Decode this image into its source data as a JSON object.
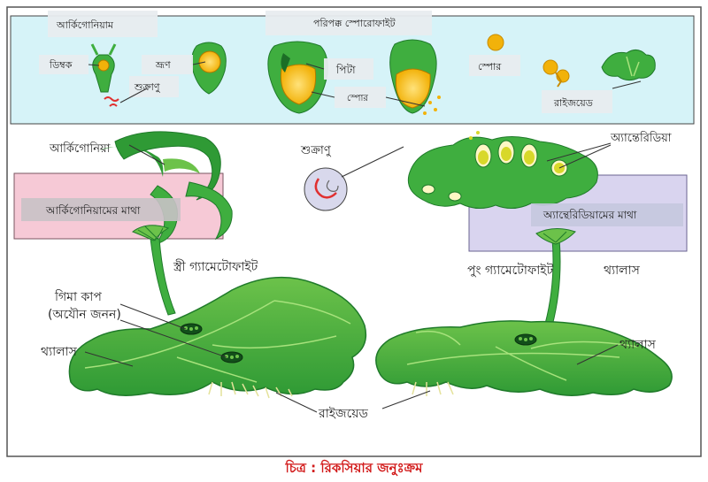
{
  "top_panel": {
    "labels": {
      "archegonium": "আর্কিগোনিয়াম",
      "mature_sporophyte": "পরিপক্ক স্পোরোফাইট",
      "egg": "ডিম্বক",
      "embryo": "ভ্রূণ",
      "sperm": "শুক্রাণু",
      "foot": "পিটা",
      "spore_inside": "স্পোর",
      "spore": "স্পোর",
      "rhizoid": "রাইজয়েড"
    }
  },
  "main_panel": {
    "labels": {
      "archegoniophore": "আর্কিগোনিয়া",
      "archegoniophore_head": "আর্কিগোনিয়ামের মাথা",
      "sperm": "শুক্রাণু",
      "antheridia": "অ্যান্তেরিডিয়া",
      "antheridiophore_head": "অ্যান্থেরিডিয়ামের মাথা",
      "female_gametophyte": "স্ত্রী গ্যামেটোফাইট",
      "male_gametophyte": "পুং গ্যামেটোফাইট",
      "thallus_top_right": "থ্যালাস",
      "gemma_cup": "গিমা কাপ",
      "asexual_reproduction": "(অযৌন জনন)",
      "thallus_left": "থ্যালাস",
      "thallus_right": "থ্যালাস",
      "rhizoid": "রাইজয়েড"
    }
  },
  "caption": "চিত্র : রিকসিয়ার জনুঃক্রম",
  "colors": {
    "top_panel_bg": "#d6f3f8",
    "female_box": "#f6c9d6",
    "male_box": "#d9d4ef",
    "plant_green": "#3fae3f",
    "plant_dark": "#1f7a2a",
    "spore_orange": "#f2b20a",
    "caption_red": "#d21b1b"
  }
}
